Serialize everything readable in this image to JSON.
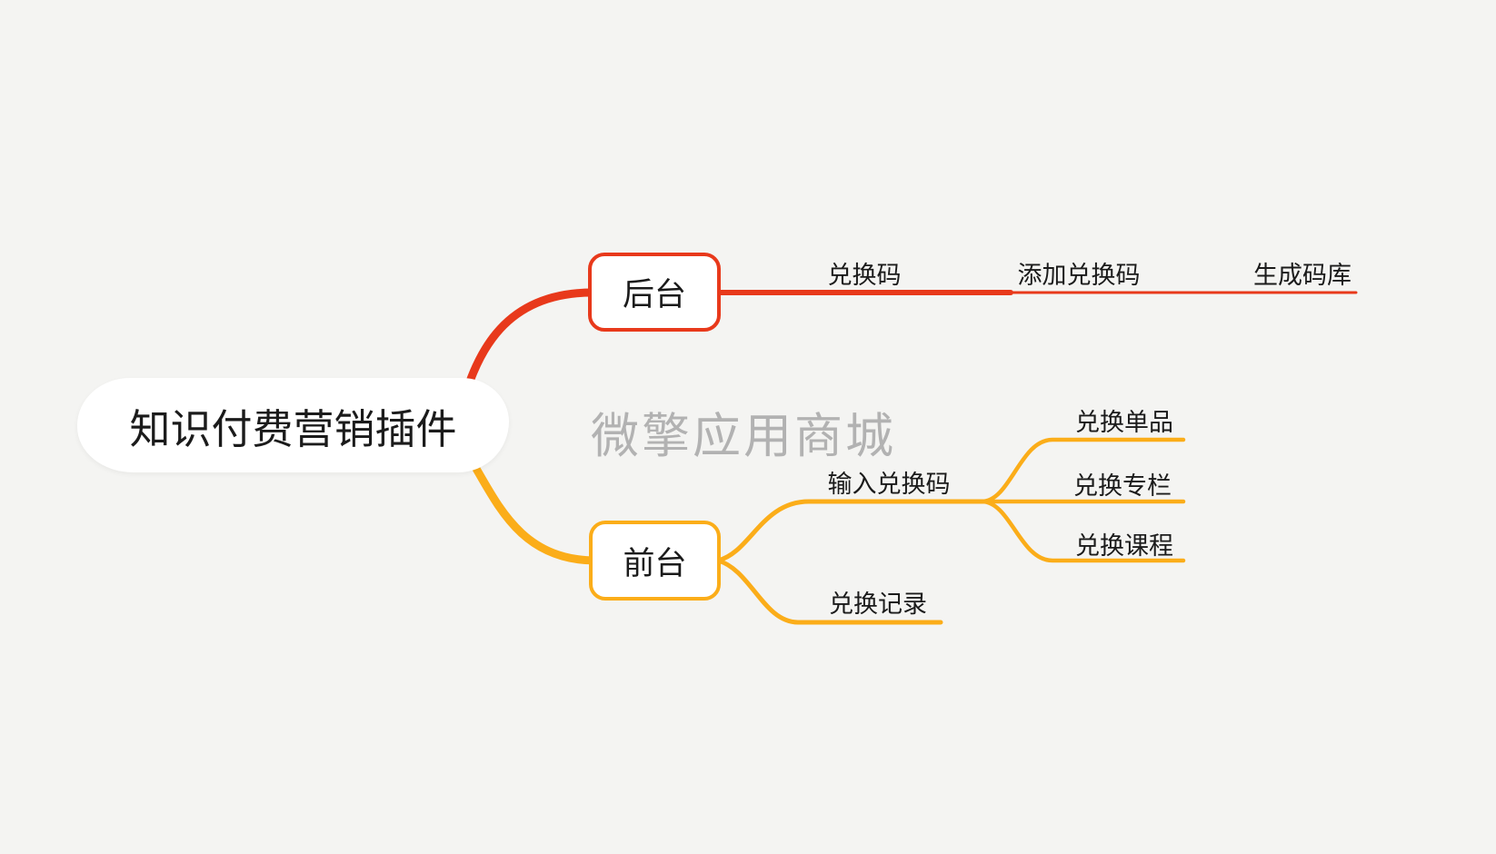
{
  "app": {
    "type": "mindmap",
    "watermark": "微擎应用商城"
  },
  "colors": {
    "backend_branch": "#e8391b",
    "frontend_branch": "#fbad19",
    "canvas_background": "#f4f4f2",
    "watermark": "#b2b2b2"
  },
  "root": {
    "label": "知识付费营销插件"
  },
  "branches": {
    "backend": {
      "label": "后台",
      "color": "#e8391b",
      "children": [
        {
          "label": "兑换码",
          "children": [
            {
              "label": "添加兑换码",
              "children": [
                {
                  "label": "生成码库"
                }
              ]
            }
          ]
        }
      ]
    },
    "frontend": {
      "label": "前台",
      "color": "#fbad19",
      "children": [
        {
          "label": "输入兑换码",
          "children": [
            {
              "label": "兑换单品"
            },
            {
              "label": "兑换专栏"
            },
            {
              "label": "兑换课程"
            }
          ]
        },
        {
          "label": "兑换记录"
        }
      ]
    }
  }
}
